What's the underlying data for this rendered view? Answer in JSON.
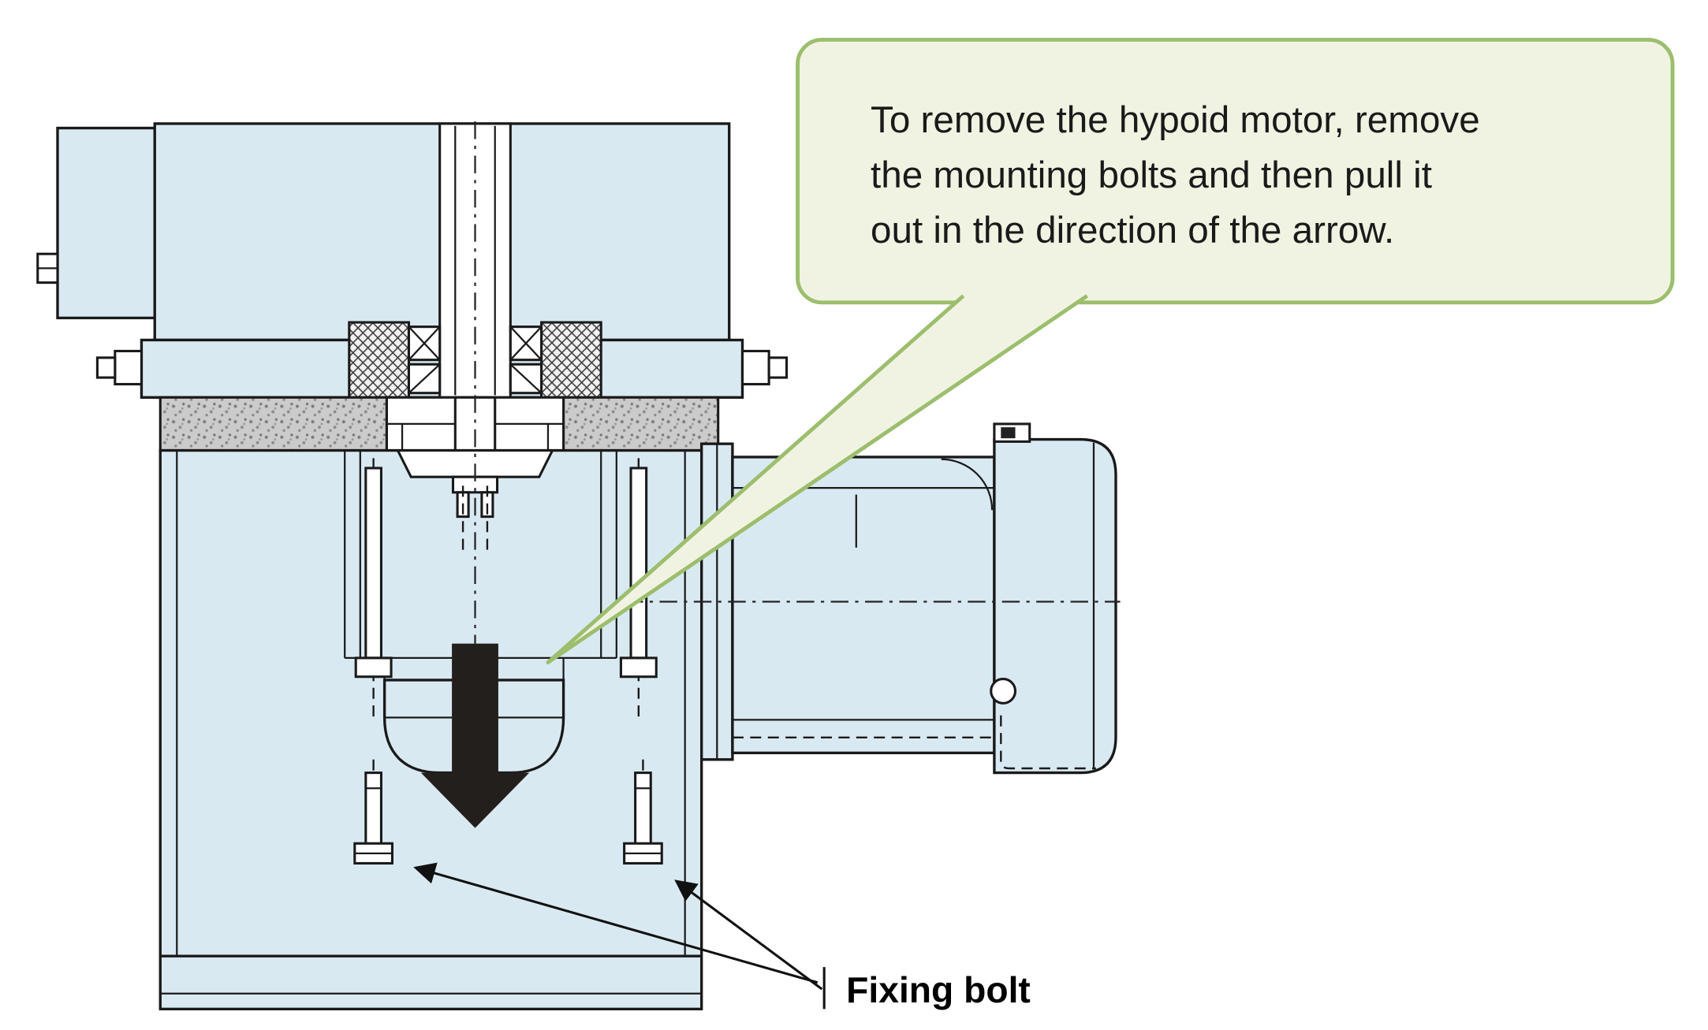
{
  "callout": {
    "lines": [
      "To remove the hypoid motor, remove",
      "the mounting bolts and then pull it",
      "out in the direction of the arrow."
    ]
  },
  "labels": {
    "fixing_bolt": "Fixing bolt"
  },
  "removal_arrow": {
    "direction": "down"
  },
  "colors": {
    "machine_fill": "#d9e9f2",
    "callout_fill": "#f1f3e2",
    "callout_border": "#9cbe6d",
    "line": "#1a1a1a",
    "arrow_fill": "#231f1c",
    "page_bg": "#ffffff"
  }
}
